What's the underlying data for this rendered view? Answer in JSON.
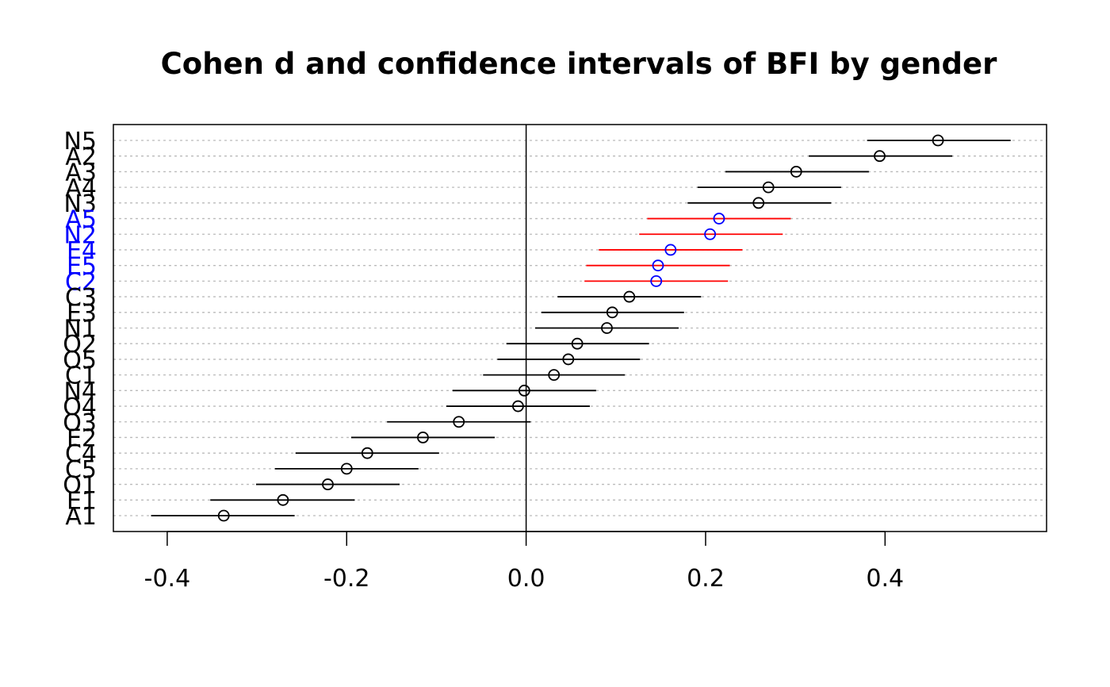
{
  "chart_data": {
    "type": "scatter",
    "title": "Cohen d and confidence intervals of BFI by gender",
    "xlabel": "",
    "ylabel": "",
    "xlim": [
      -0.46,
      0.58
    ],
    "xticks": [
      -0.4,
      -0.2,
      0.0,
      0.2,
      0.4
    ],
    "xtick_labels": [
      "-0.4",
      "-0.2",
      "0.0",
      "0.2",
      "0.4"
    ],
    "reference_line_x": 0,
    "grid": "dotted horizontal lines per item",
    "colors": {
      "default_point": "#000000",
      "default_interval": "#000000",
      "highlight_point": "#0000ff",
      "highlight_interval": "#ff0000",
      "highlight_label": "#0000ff",
      "grid": "#bbbbbb"
    },
    "items": [
      {
        "label": "N5",
        "d": 0.459,
        "lower": 0.38,
        "upper": 0.54,
        "highlight": false
      },
      {
        "label": "A2",
        "d": 0.394,
        "lower": 0.315,
        "upper": 0.475,
        "highlight": false
      },
      {
        "label": "A3",
        "d": 0.301,
        "lower": 0.222,
        "upper": 0.382,
        "highlight": false
      },
      {
        "label": "A4",
        "d": 0.27,
        "lower": 0.191,
        "upper": 0.351,
        "highlight": false
      },
      {
        "label": "N3",
        "d": 0.259,
        "lower": 0.18,
        "upper": 0.34,
        "highlight": false
      },
      {
        "label": "A5",
        "d": 0.215,
        "lower": 0.135,
        "upper": 0.295,
        "highlight": true
      },
      {
        "label": "N2",
        "d": 0.205,
        "lower": 0.126,
        "upper": 0.286,
        "highlight": true
      },
      {
        "label": "E4",
        "d": 0.161,
        "lower": 0.081,
        "upper": 0.241,
        "highlight": true
      },
      {
        "label": "E5",
        "d": 0.147,
        "lower": 0.067,
        "upper": 0.227,
        "highlight": true
      },
      {
        "label": "C2",
        "d": 0.145,
        "lower": 0.065,
        "upper": 0.225,
        "highlight": true
      },
      {
        "label": "C3",
        "d": 0.115,
        "lower": 0.035,
        "upper": 0.195,
        "highlight": false
      },
      {
        "label": "E3",
        "d": 0.096,
        "lower": 0.017,
        "upper": 0.176,
        "highlight": false
      },
      {
        "label": "N1",
        "d": 0.09,
        "lower": 0.01,
        "upper": 0.17,
        "highlight": false
      },
      {
        "label": "O2",
        "d": 0.057,
        "lower": -0.022,
        "upper": 0.137,
        "highlight": false
      },
      {
        "label": "O5",
        "d": 0.047,
        "lower": -0.032,
        "upper": 0.127,
        "highlight": false
      },
      {
        "label": "C1",
        "d": 0.031,
        "lower": -0.048,
        "upper": 0.11,
        "highlight": false
      },
      {
        "label": "N4",
        "d": -0.002,
        "lower": -0.082,
        "upper": 0.078,
        "highlight": false
      },
      {
        "label": "O4",
        "d": -0.009,
        "lower": -0.089,
        "upper": 0.071,
        "highlight": false
      },
      {
        "label": "O3",
        "d": -0.075,
        "lower": -0.155,
        "upper": 0.005,
        "highlight": false
      },
      {
        "label": "E2",
        "d": -0.115,
        "lower": -0.195,
        "upper": -0.035,
        "highlight": false
      },
      {
        "label": "C4",
        "d": -0.177,
        "lower": -0.257,
        "upper": -0.097,
        "highlight": false
      },
      {
        "label": "C5",
        "d": -0.2,
        "lower": -0.28,
        "upper": -0.12,
        "highlight": false
      },
      {
        "label": "O1",
        "d": -0.221,
        "lower": -0.301,
        "upper": -0.141,
        "highlight": false
      },
      {
        "label": "E1",
        "d": -0.271,
        "lower": -0.352,
        "upper": -0.191,
        "highlight": false
      },
      {
        "label": "A1",
        "d": -0.337,
        "lower": -0.418,
        "upper": -0.258,
        "highlight": false
      }
    ]
  }
}
